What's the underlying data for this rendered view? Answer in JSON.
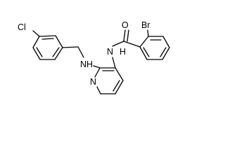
{
  "structure": {
    "labels": {
      "chlorine": "Cl",
      "amine_nh": "NH",
      "amide_nh": "N",
      "amide_h": "H",
      "carbonyl_o": "O",
      "bromine": "Br",
      "pyridine_n": "N"
    },
    "colors": {
      "bond": "#000000",
      "label": "#000000",
      "background": "#ffffff"
    }
  }
}
